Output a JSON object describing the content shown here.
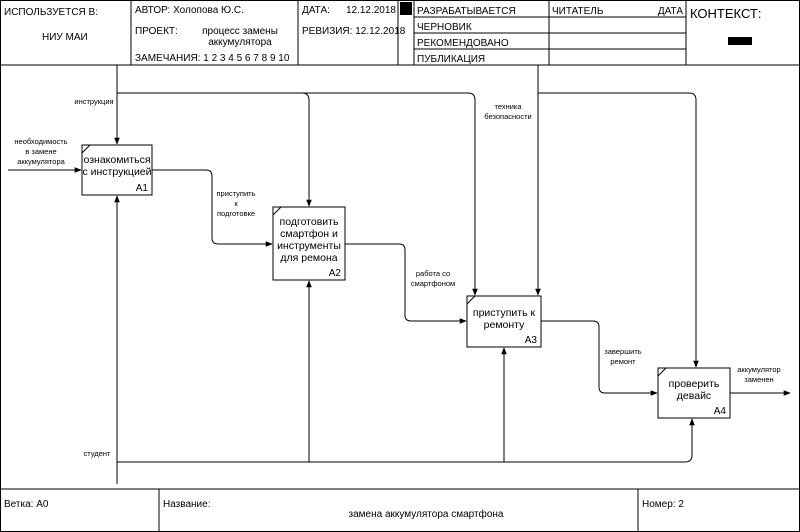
{
  "header": {
    "used_at_label": "ИСПОЛЬЗУЕТСЯ В:",
    "used_at_value": "НИУ МАИ",
    "author_label": "АВТОР: Холопова Ю.С.",
    "project_label": "ПРОЕКТ:",
    "project_line1": "процесс замены",
    "project_line2": "аккумулятора",
    "notes_label": "ЗАМЕЧАНИЯ:  1 2 3 4 5 6 7 8 9 10",
    "date_label": "ДАТА:",
    "date_value": "12.12.2018",
    "revision_label": "РЕВИЗИЯ: 12.12.2018",
    "status_in_work": "РАЗРАБАТЫВАЕТСЯ",
    "status_draft": "ЧЕРНОВИК",
    "status_recommended": "РЕКОМЕНДОВАНО",
    "status_published": "ПУБЛИКАЦИЯ",
    "reader_label": "ЧИТАТЕЛЬ",
    "reader_date_label": "ДАТА",
    "context_label": "КОНТЕКСТ:"
  },
  "boxes": [
    {
      "lines": [
        "ознакомиться",
        "с инструкцией"
      ],
      "num": "A1"
    },
    {
      "lines": [
        "подготовить",
        "смартфон и",
        "инструменты",
        "для ремона"
      ],
      "num": "A2"
    },
    {
      "lines": [
        "приступить к",
        "ремонту"
      ],
      "num": "A3"
    },
    {
      "lines": [
        "проверить",
        "девайс"
      ],
      "num": "A4"
    }
  ],
  "arrows": {
    "instruction": "инструкция",
    "need": [
      "необходимость",
      "в замене",
      "аккумулятора"
    ],
    "start_prep": [
      "приступить",
      "к",
      "подготовке"
    ],
    "safety": [
      "техника",
      "безопасности"
    ],
    "work_phone": [
      "работа со",
      "смартфоном"
    ],
    "finish": [
      "завершить",
      "ремонт"
    ],
    "replaced": [
      "аккумулятор",
      "заменен"
    ],
    "student": "студент"
  },
  "footer": {
    "node_label": "Ветка:  A0",
    "title_label": "Название:",
    "title_value": "замена аккумулятора смартфона",
    "number_label": "Номер: 2"
  },
  "colors": {
    "line": "#000000",
    "background": "#ffffff"
  }
}
